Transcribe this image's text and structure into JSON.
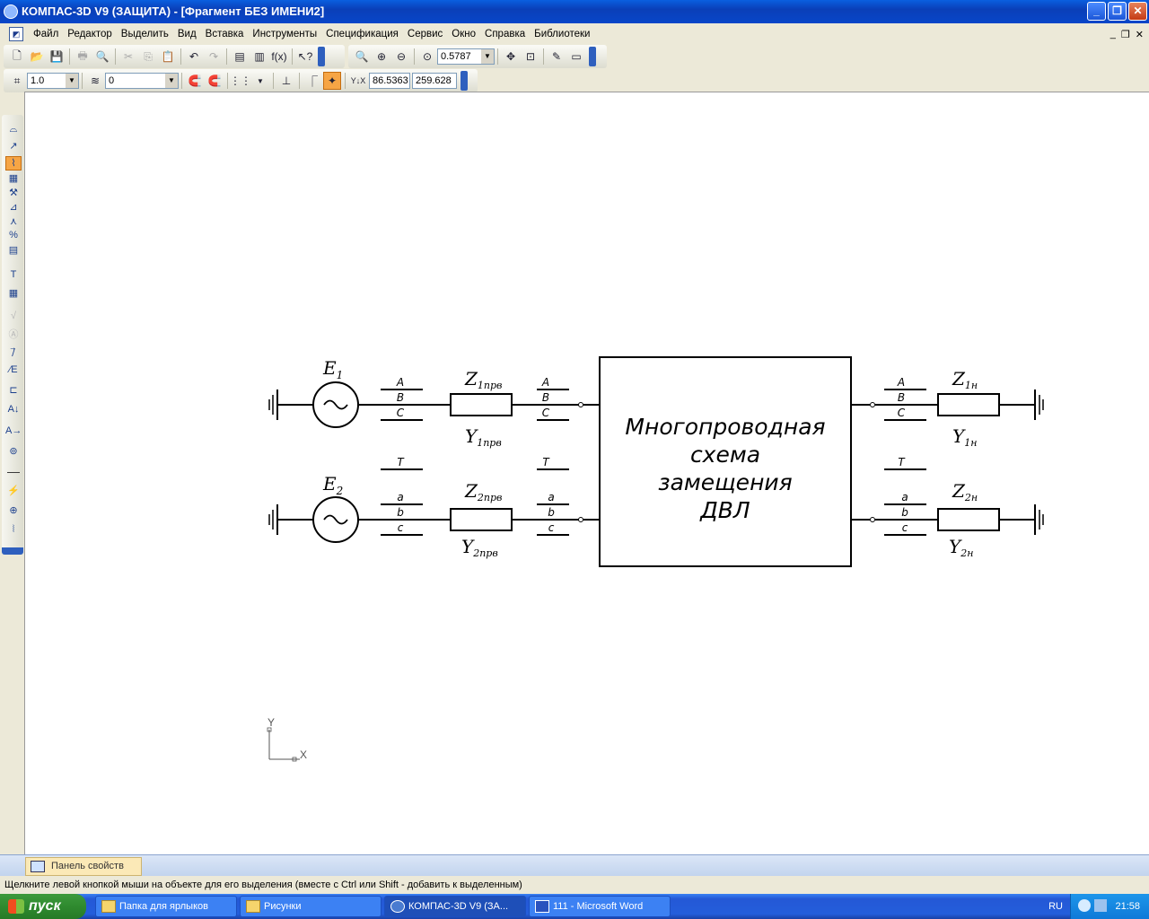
{
  "window": {
    "title": "КОМПАС-3D V9 (ЗАЩИТА) - [Фрагмент БЕЗ ИМЕНИ2]"
  },
  "menu": [
    "Файл",
    "Редактор",
    "Выделить",
    "Вид",
    "Вставка",
    "Инструменты",
    "Спецификация",
    "Сервис",
    "Окно",
    "Справка",
    "Библиотеки"
  ],
  "toolbar": {
    "zoom_value": "0.5787",
    "step_value": "1.0",
    "layer_value": "0",
    "coord_x": "86.5363",
    "coord_y": "259.628",
    "fx_label": "f(x)"
  },
  "diagram": {
    "e1": "E",
    "e1_sub": "1",
    "e2": "E",
    "e2_sub": "2",
    "z1prv": "Z",
    "z1prv_sub": "1прв",
    "y1prv": "Y",
    "y1prv_sub": "1прв",
    "z2prv": "Z",
    "z2prv_sub": "2прв",
    "y2prv": "Y",
    "y2prv_sub": "2прв",
    "z1n": "Z",
    "z1n_sub": "1н",
    "y1n": "Y",
    "y1n_sub": "1н",
    "z2n": "Z",
    "z2n_sub": "2н",
    "y2n": "Y",
    "y2n_sub": "2н",
    "phases_upper": [
      "A",
      "B",
      "C"
    ],
    "phases_lower": [
      "a",
      "b",
      "c"
    ],
    "ground_wire": "T",
    "box_lines": [
      "Многопроводная",
      "схема",
      "замещения",
      "ДВЛ"
    ],
    "axis_y": "Y",
    "axis_x": "X"
  },
  "panel": {
    "props_tab": "Панель свойств"
  },
  "status": {
    "hint": "Щелкните левой кнопкой мыши на объекте для его выделения (вместе с Ctrl или Shift - добавить к выделенным)"
  },
  "taskbar": {
    "start": "пуск",
    "tasks": [
      "Папка для ярлыков",
      "Рисунки",
      "КОМПАС-3D V9 (ЗА...",
      "111 - Microsoft Word"
    ],
    "lang": "RU",
    "clock": "21:58"
  }
}
